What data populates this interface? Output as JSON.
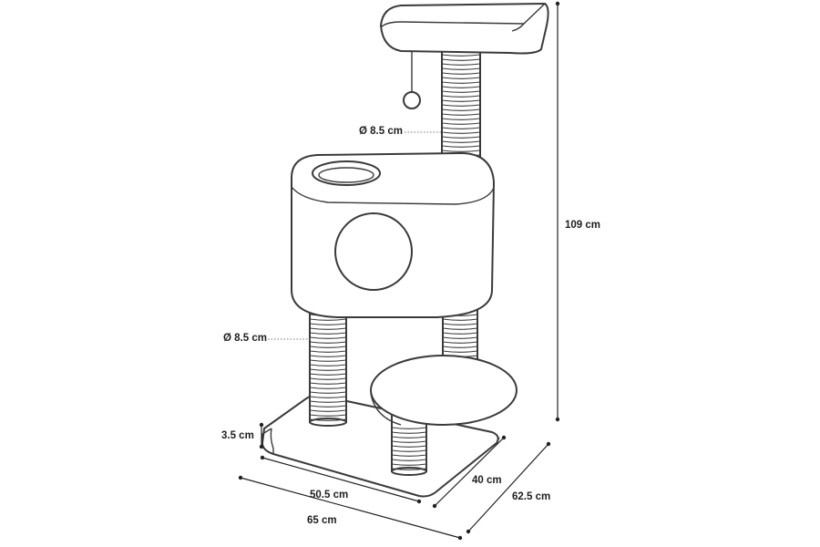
{
  "dimensions": {
    "post_diameter_upper": "Ø 8.5 cm",
    "post_diameter_lower": "Ø 8.5 cm",
    "total_height": "109 cm",
    "base_thickness": "3.5 cm",
    "base_width": "50.5 cm",
    "overall_width": "65 cm",
    "base_depth": "40 cm",
    "overall_depth": "62.5 cm"
  }
}
